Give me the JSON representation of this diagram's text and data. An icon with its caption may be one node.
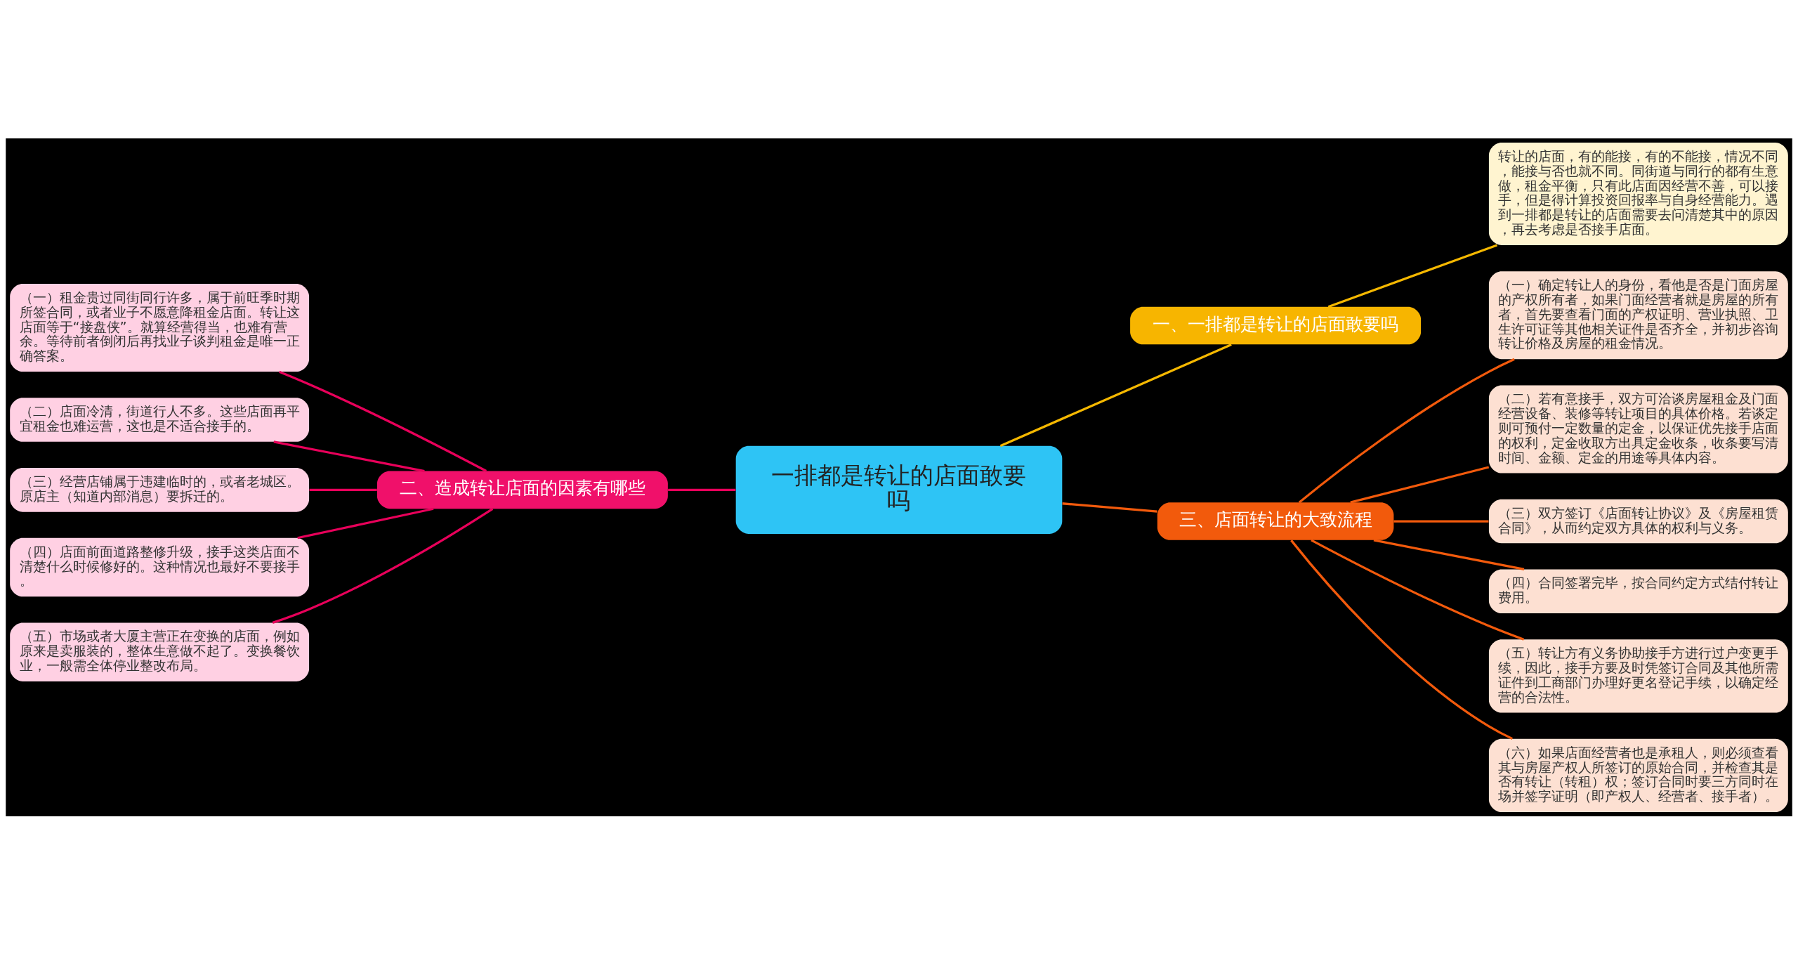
{
  "diagram": {
    "nodes": [
      {
        "text": [
          "一排都是转让的店面敢要吗"
        ]
      },
      {
        "text": [
          "一、一排都是转让的店面敢要吗"
        ]
      },
      {
        "text": [
          "转让的店面，有的能接，有的不能接，情况不同，能接与否也就不同。同街道与同行的都有生意做，租金平衡，只有此店面因经营不善，可以接手，但是得计算投资回报率与自身经营能力。遇到一排都是转让的店面需要去问清楚其中的原因，再去考虑是否接手店面。"
        ]
      },
      {
        "text": [
          "二、造成转让店面的因素有哪些"
        ]
      },
      {
        "text": [
          "（一）租金贵过同街同行许多，属于前旺季时期所签合同，或者业子不愿意降租金店面。转让这店面等于“接盘侠”。就算经营得当，也难有营余。等待前者倒闭后再找业子谈判租金是唯一正确答案。"
        ]
      },
      {
        "text": [
          "（二）店面冷清，街道行人不多。这些店面再平宜租金也难运营，这也是不适合接手的。"
        ]
      },
      {
        "text": [
          "（三）经营店铺属于违建临时的，或者老城区。原店主（知道内部消息）要拆迁的。"
        ]
      },
      {
        "text": [
          "（四）店面前面道路整修升级，接手这类店面不清楚什么时候修好的。这种情况也最好不要接手。"
        ]
      },
      {
        "text": [
          "（五）市场或者大厦主营正在变换的店面，例如原来是卖服装的，整体生意做不起了。变换餐饮业，一般需全体停业整改布局。"
        ]
      },
      {
        "text": [
          "三、店面转让的大致流程"
        ]
      },
      {
        "text": [
          "（一）确定转让人的身份，看他是否是门面房屋的产权所有者，如果门面经营者就是房屋的所有者，首先要查看门面的产权证明、营业执照、卫生许可证等其他相关证件是否齐全，并初步咨询转让价格及房屋的租金情况。"
        ]
      },
      {
        "text": [
          "（二）若有意接手，双方可洽谈房屋租金及门面经营设备、装修等转让项目的具体价格。若谈定则可预付一定数量的定金，以保证优先接手店面的权利，定金收取方出具定金收条，收条要写清时间、金额、定金的用途等具体内容。"
        ]
      },
      {
        "text": [
          "（三）双方签订《店面转让协议》及《房屋租赁合同》，从而约定双方具体的权利与义务。"
        ]
      },
      {
        "text": [
          "（四）合同签署完毕，按合同约定方式结付转让费用。"
        ]
      },
      {
        "text": [
          "（五）转让方有义务协助接手方进行过户变更手续，因此，接手方要及时凭签订合同及其他所需证件到工商部门办理好更名登记手续，以确定经营的合法性。"
        ]
      },
      {
        "text": [
          "（六）如果店面经营者也是承租人，则必须查看其与房屋产权人所签订的原始合同，并检查其是否有转让（转租）权；签订合同时要三方同时在场并签字证明（即产权人、经营者、接手者）。"
        ]
      }
    ],
    "edges": [
      {
        "from": 0,
        "to": 1,
        "arrow": "none",
        "color": "#f5b800"
      },
      {
        "from": 1,
        "to": 2,
        "arrow": "none",
        "color": "#f5b800"
      },
      {
        "from": 0,
        "to": 3,
        "arrow": "none",
        "color": "#e8005a"
      },
      {
        "from": 3,
        "to": 4,
        "arrow": "none",
        "color": "#e8005a"
      },
      {
        "from": 3,
        "to": 5,
        "arrow": "none",
        "color": "#e8005a"
      },
      {
        "from": 3,
        "to": 6,
        "arrow": "none",
        "color": "#e8005a"
      },
      {
        "from": 3,
        "to": 7,
        "arrow": "none",
        "color": "#e8005a"
      },
      {
        "from": 3,
        "to": 8,
        "arrow": "none",
        "color": "#e8005a"
      },
      {
        "from": 0,
        "to": 9,
        "arrow": "none"
      },
      {
        "from": 9,
        "to": 10,
        "arrow": "none"
      },
      {
        "from": 9,
        "to": 11,
        "arrow": "none"
      },
      {
        "from": 9,
        "to": 12,
        "arrow": "none"
      },
      {
        "from": 9,
        "to": 13,
        "arrow": "none"
      },
      {
        "from": 9,
        "to": 14,
        "arrow": "none"
      },
      {
        "from": 9,
        "to": 15,
        "arrow": "none"
      }
    ]
  }
}
